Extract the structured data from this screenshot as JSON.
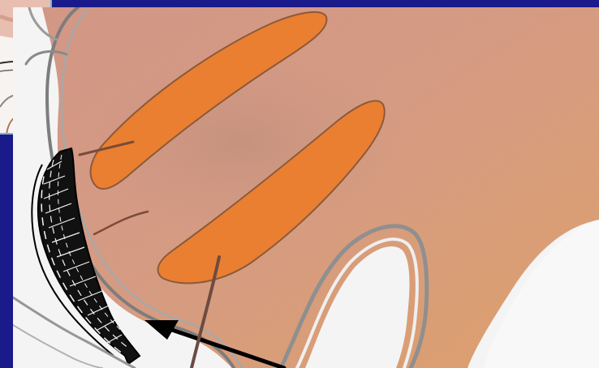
{
  "colors": {
    "frame": "#1a1a8a",
    "background": "#f4f4f4",
    "tissue_pink": "#d9a38e",
    "tissue_peach": "#e0a06d",
    "orange_bands": "#ea7f31",
    "outline_gray": "#7c7c7c",
    "inset_border": "#7fb2d3",
    "arrow": "#000000"
  },
  "image": {
    "subject": "anatomical-illustration",
    "features": [
      "pink-tissue-mass",
      "orange-band-upper",
      "orange-band-lower",
      "gray-contour-lines",
      "black-hatched-outline",
      "black-pointer-arrow",
      "inset-thumbnail"
    ]
  }
}
